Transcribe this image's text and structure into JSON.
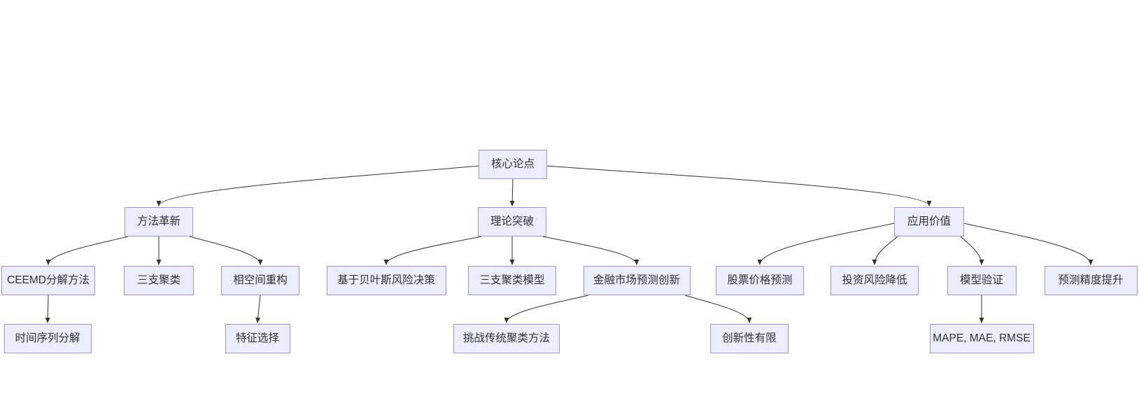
{
  "diagram": {
    "title": "核心论点 flowchart",
    "nodes": [
      {
        "id": "core",
        "label": "核心论点"
      },
      {
        "id": "method",
        "label": "方法革新"
      },
      {
        "id": "theory",
        "label": "理论突破"
      },
      {
        "id": "value",
        "label": "应用价值"
      },
      {
        "id": "ceemd",
        "label": "CEEMD分解方法"
      },
      {
        "id": "threeway",
        "label": "三支聚类"
      },
      {
        "id": "phase",
        "label": "相空间重构"
      },
      {
        "id": "bayes",
        "label": "基于贝叶斯风险决策"
      },
      {
        "id": "twcmodel",
        "label": "三支聚类模型"
      },
      {
        "id": "finmarket",
        "label": "金融市场预测创新"
      },
      {
        "id": "stock",
        "label": "股票价格预测"
      },
      {
        "id": "risk",
        "label": "投资风险降低"
      },
      {
        "id": "validate",
        "label": "模型验证"
      },
      {
        "id": "accuracy",
        "label": "预测精度提升"
      },
      {
        "id": "tsdecomp",
        "label": "时间序列分解"
      },
      {
        "id": "feature",
        "label": "特征选择"
      },
      {
        "id": "challenge",
        "label": "挑战传统聚类方法"
      },
      {
        "id": "limited",
        "label": "创新性有限"
      },
      {
        "id": "metrics",
        "label": "MAPE, MAE, RMSE"
      }
    ],
    "edges": [
      {
        "from": "core",
        "to": "method"
      },
      {
        "from": "core",
        "to": "theory"
      },
      {
        "from": "core",
        "to": "value"
      },
      {
        "from": "method",
        "to": "ceemd"
      },
      {
        "from": "method",
        "to": "threeway"
      },
      {
        "from": "method",
        "to": "phase"
      },
      {
        "from": "theory",
        "to": "bayes"
      },
      {
        "from": "theory",
        "to": "twcmodel"
      },
      {
        "from": "theory",
        "to": "finmarket"
      },
      {
        "from": "value",
        "to": "stock"
      },
      {
        "from": "value",
        "to": "risk"
      },
      {
        "from": "value",
        "to": "validate"
      },
      {
        "from": "value",
        "to": "accuracy"
      },
      {
        "from": "ceemd",
        "to": "tsdecomp"
      },
      {
        "from": "phase",
        "to": "feature"
      },
      {
        "from": "finmarket",
        "to": "challenge"
      },
      {
        "from": "finmarket",
        "to": "limited"
      },
      {
        "from": "validate",
        "to": "metrics"
      }
    ],
    "colors": {
      "background": "#ffffff",
      "node_fill": "#ECECFF",
      "node_border": "#a294d3",
      "edge": "#333333",
      "text": "#333333"
    }
  }
}
